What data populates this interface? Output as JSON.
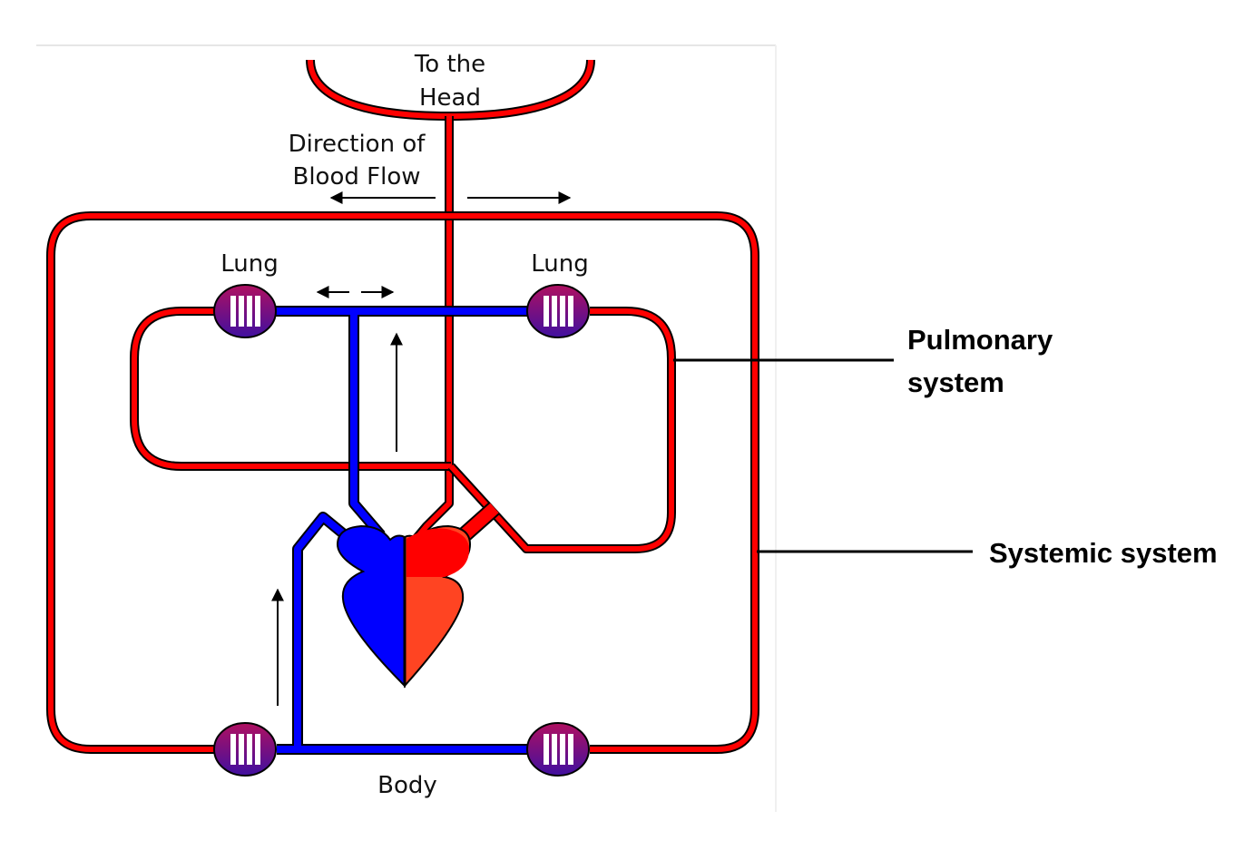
{
  "colors": {
    "oxygenated": "#ff0000",
    "deoxygenated": "#0000ff",
    "heart_right_fill": "#ff4422",
    "capillary_gradient_start": "#b01060",
    "capillary_gradient_end": "#4010a0",
    "outline": "#000000",
    "frame": "#e6e6e6"
  },
  "labels": {
    "head": [
      "To the",
      "Head"
    ],
    "direction": [
      "Direction of",
      "Blood Flow"
    ],
    "lung_left": "Lung",
    "lung_right": "Lung",
    "body": "Body"
  },
  "callouts": {
    "pulmonary": [
      "Pulmonary",
      "system"
    ],
    "systemic": "Systemic system"
  },
  "icons": {
    "arrow": "arrow-icon",
    "capillary": "capillary-bed-icon",
    "heart": "heart-icon"
  }
}
